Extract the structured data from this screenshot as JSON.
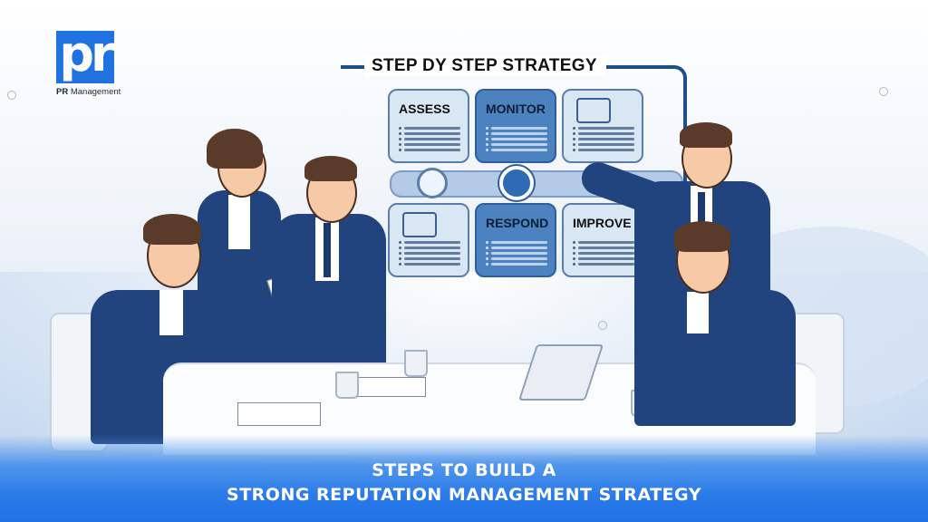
{
  "logo": {
    "mark": "pr",
    "text_bold": "PR",
    "text_rest": " Management",
    "color": "#1f72e0"
  },
  "board": {
    "title": "STEP DY STEP STRATEGY",
    "cards": [
      {
        "label": "ASSESS",
        "style": "light"
      },
      {
        "label": "MONITOR",
        "style": "dark"
      },
      {
        "label": "",
        "style": "light",
        "icon": "screen-chart-icon"
      },
      {
        "label": "",
        "style": "light",
        "icon": "gear-document-icon"
      },
      {
        "label": "RESPOND",
        "style": "dark"
      },
      {
        "label": "IMPROVE",
        "style": "light"
      }
    ],
    "nodes": [
      "tree-icon",
      "clipboard-icon"
    ]
  },
  "scene": {
    "description": "Business team meeting around a table while a presenter points at a strategy board"
  },
  "headline": {
    "line1": "STEPS TO BUILD A",
    "line2": "STRONG REPUTATION MANAGEMENT STRATEGY",
    "band_color": "#1f72e6"
  }
}
